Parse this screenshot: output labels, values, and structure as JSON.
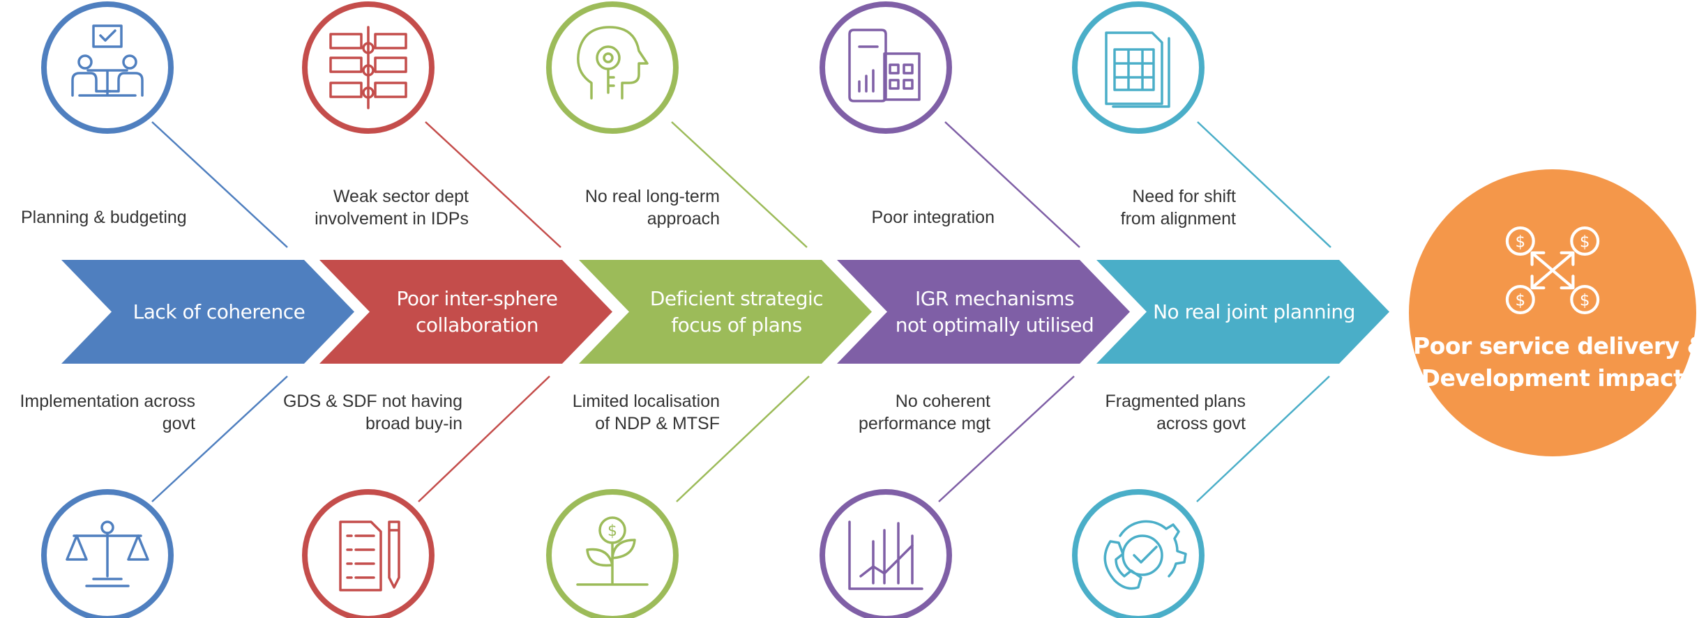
{
  "colors": {
    "blue": "#4f7fbf",
    "red": "#c44d4b",
    "green": "#9cbb59",
    "purple": "#7f5fa6",
    "teal": "#4aaec8",
    "orange": "#f4974a"
  },
  "stages": [
    {
      "color": "blue",
      "label": [
        "Lack of coherence"
      ],
      "top_cause": {
        "lines": [
          "Planning & budgeting"
        ],
        "icon": "meeting-checkmark-icon"
      },
      "bottom_cause": {
        "lines": [
          "Implementation across",
          "govt"
        ],
        "icon": "balance-scale-icon"
      }
    },
    {
      "color": "red",
      "label": [
        "Poor inter-sphere",
        "collaboration"
      ],
      "top_cause": {
        "lines": [
          "Weak sector dept",
          "involvement in IDPs"
        ],
        "icon": "timeline-flow-icon"
      },
      "bottom_cause": {
        "lines": [
          "GDS & SDF not having",
          "broad buy-in"
        ],
        "icon": "checklist-pencil-icon"
      }
    },
    {
      "color": "green",
      "label": [
        "Deficient strategic",
        "focus of plans"
      ],
      "top_cause": {
        "lines": [
          "No real long-term",
          "approach"
        ],
        "icon": "head-key-icon"
      },
      "bottom_cause": {
        "lines": [
          "Limited localisation",
          "of NDP & MTSF"
        ],
        "icon": "money-plant-icon"
      }
    },
    {
      "color": "purple",
      "label": [
        "IGR mechanisms",
        "not optimally utilised"
      ],
      "top_cause": {
        "lines": [
          "Poor integration"
        ],
        "icon": "devices-dashboard-icon"
      },
      "bottom_cause": {
        "lines": [
          "No coherent",
          "performance mgt"
        ],
        "icon": "line-chart-icon"
      }
    },
    {
      "color": "teal",
      "label": [
        "No real joint planning"
      ],
      "top_cause": {
        "lines": [
          "Need for shift",
          "from alignment"
        ],
        "icon": "spreadsheet-documents-icon"
      },
      "bottom_cause": {
        "lines": [
          "Fragmented plans",
          "across govt"
        ],
        "icon": "gear-check-icon"
      }
    }
  ],
  "result": {
    "color": "orange",
    "lines": [
      "Poor service delivery &",
      "Development impact"
    ],
    "icon": "money-arrows-icon"
  }
}
